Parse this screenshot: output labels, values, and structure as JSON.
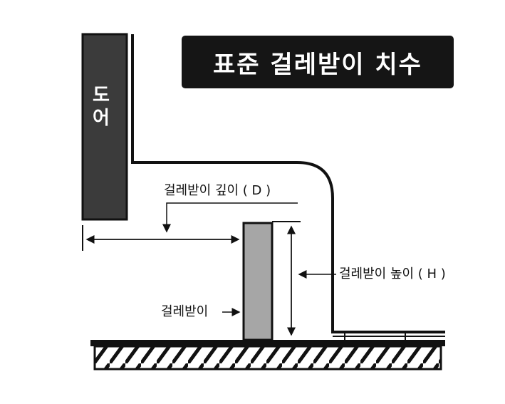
{
  "title": "표준 걸레받이 치수",
  "door_label": "도어",
  "labels": {
    "depth": "걸레받이 깊이 ( D )",
    "height": "걸레받이 높이 ( H )",
    "baseboard": "걸레받이"
  },
  "colors": {
    "door_fill": "#3b3b3b",
    "baseboard_fill": "#a6a6a6",
    "title_bg": "#151515",
    "line": "#111111"
  }
}
